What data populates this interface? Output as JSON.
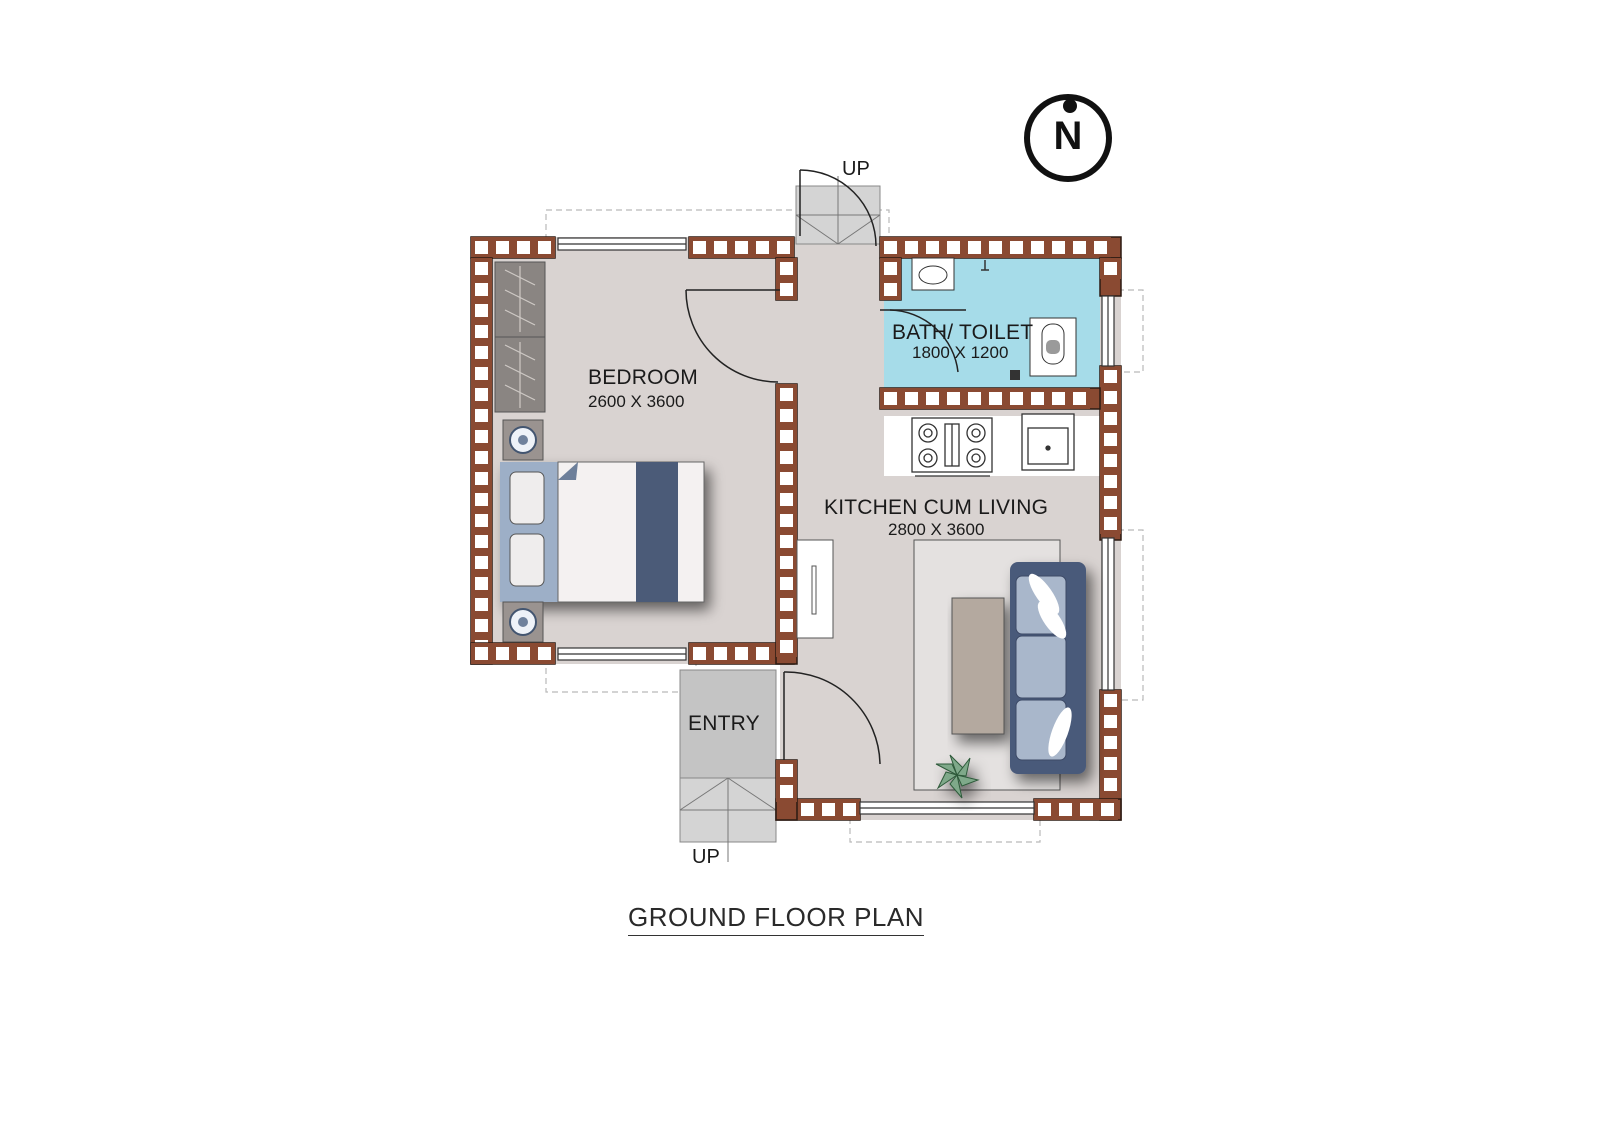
{
  "title": "GROUND FLOOR PLAN",
  "north": "N",
  "rooms": {
    "bedroom": {
      "name": "BEDROOM",
      "size": "2600 X 3600"
    },
    "bath": {
      "name": "BATH/ TOILET",
      "size": "1800 X 1200"
    },
    "kitchen_living": {
      "name": "KITCHEN CUM LIVING",
      "size": "2800 X 3600"
    },
    "entry": {
      "name": "ENTRY"
    }
  },
  "stairs": {
    "top_label": "UP",
    "bottom_label": "UP"
  },
  "colors": {
    "wall_block": "#8a4a32",
    "wall_outline": "#2b1a12",
    "floor": "#d9d3d1",
    "bath_floor": "#a6dce9",
    "sofa": "#4a5a7a",
    "bed_stripe": "#4b5b78"
  }
}
